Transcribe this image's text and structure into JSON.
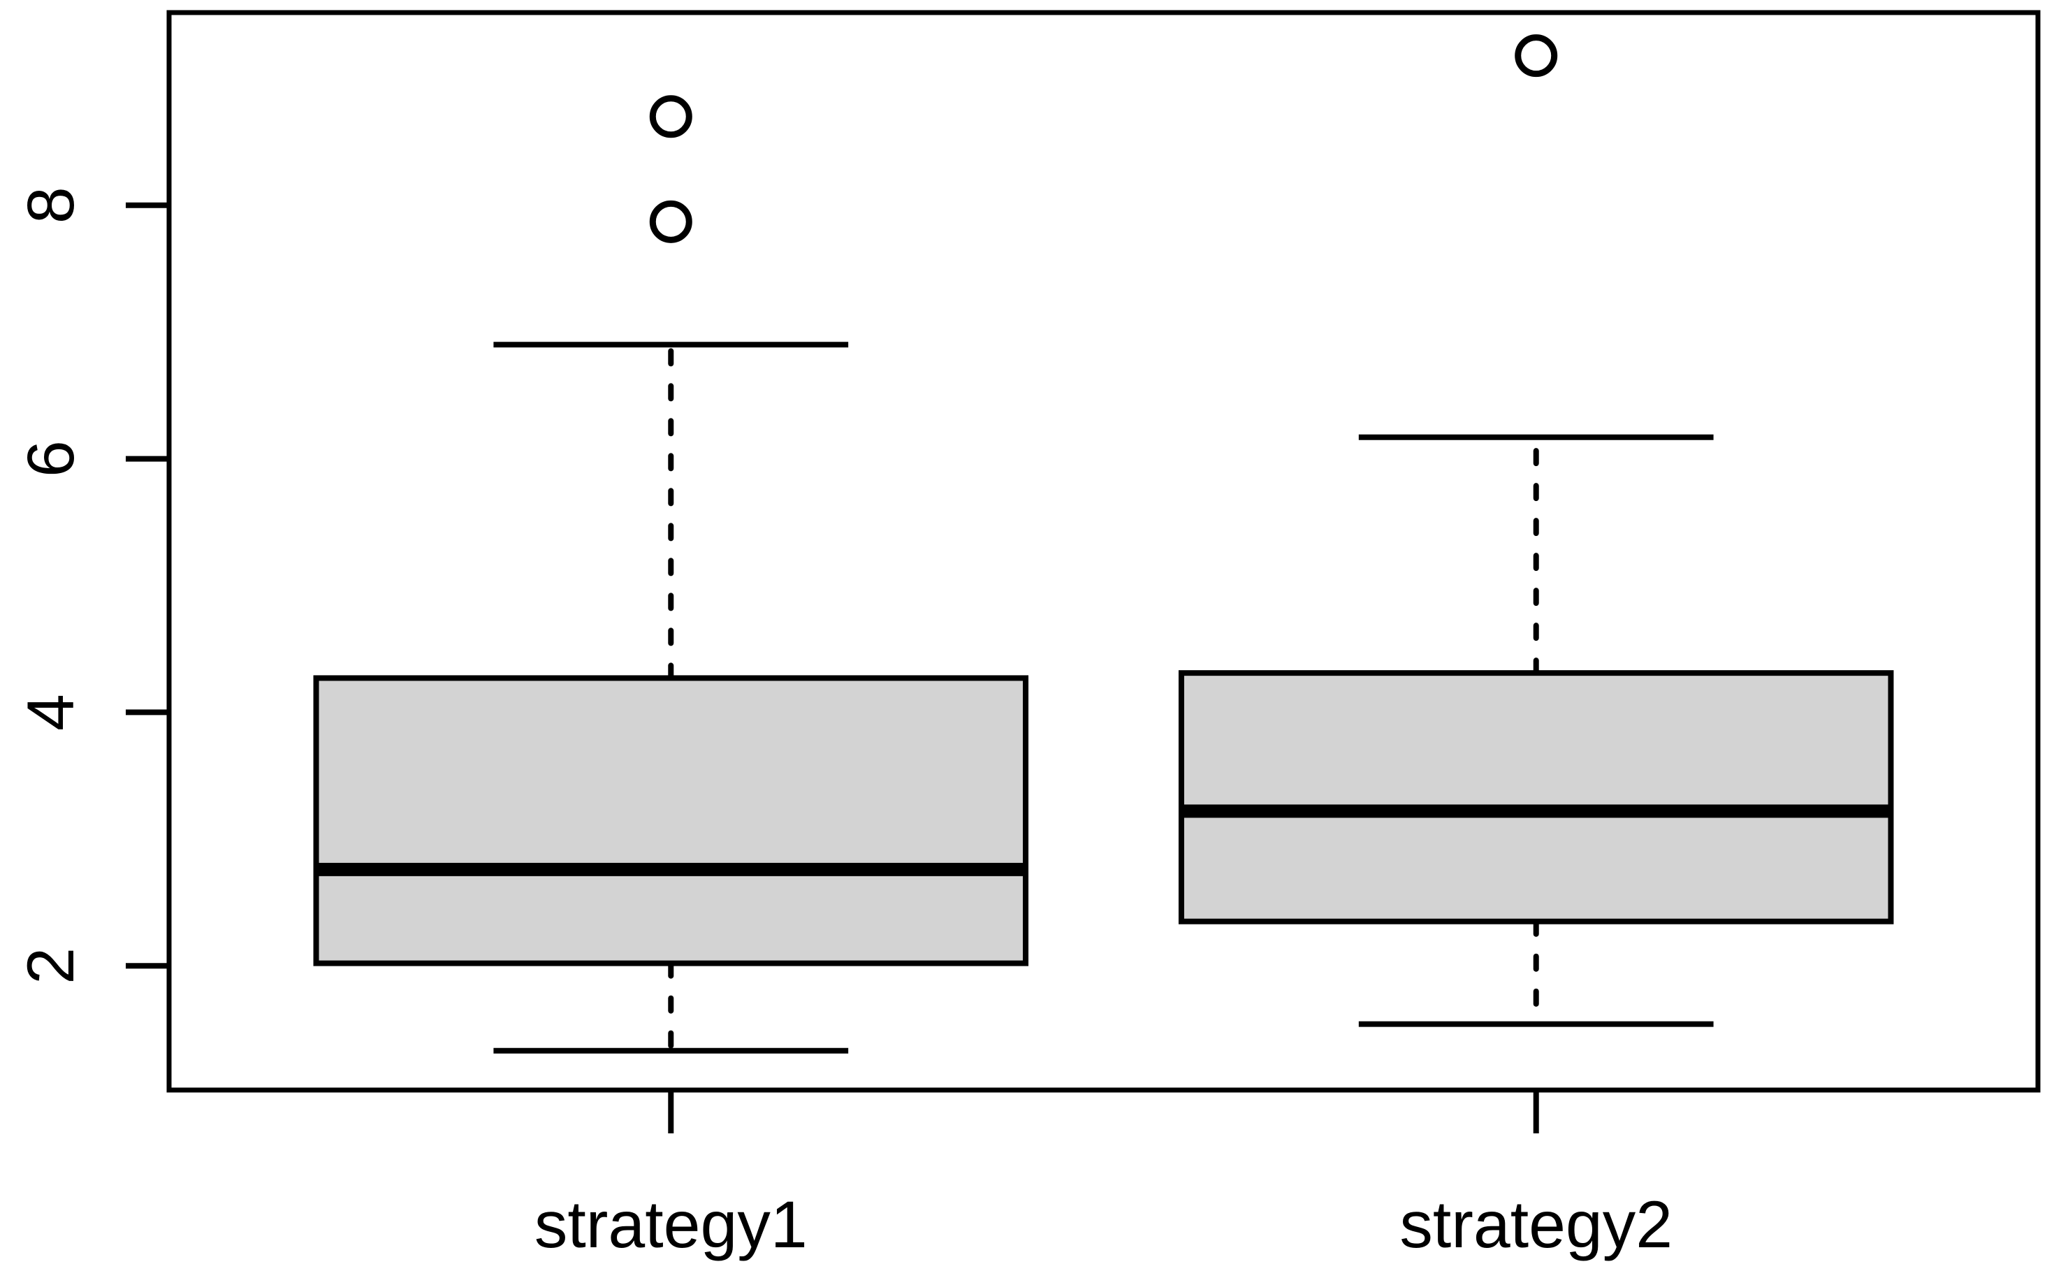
{
  "chart_data": {
    "type": "boxplot",
    "title": "",
    "xlabel": "",
    "ylabel": "",
    "grid": false,
    "legend": false,
    "background": "#ffffff",
    "box_fill": "#d3d3d3",
    "line_color": "#000000",
    "categories": [
      "strategy1",
      "strategy2"
    ],
    "y_ticks": [
      2,
      4,
      6,
      8
    ],
    "ylim": [
      1.02,
      9.52
    ],
    "series": [
      {
        "name": "strategy1",
        "whisker_low": 1.33,
        "q1": 2.02,
        "median": 2.76,
        "q3": 4.27,
        "whisker_high": 6.9,
        "outliers": [
          7.87,
          8.7
        ]
      },
      {
        "name": "strategy2",
        "whisker_low": 1.54,
        "q1": 2.35,
        "median": 3.22,
        "q3": 4.31,
        "whisker_high": 6.17,
        "outliers": [
          9.18
        ]
      }
    ]
  }
}
